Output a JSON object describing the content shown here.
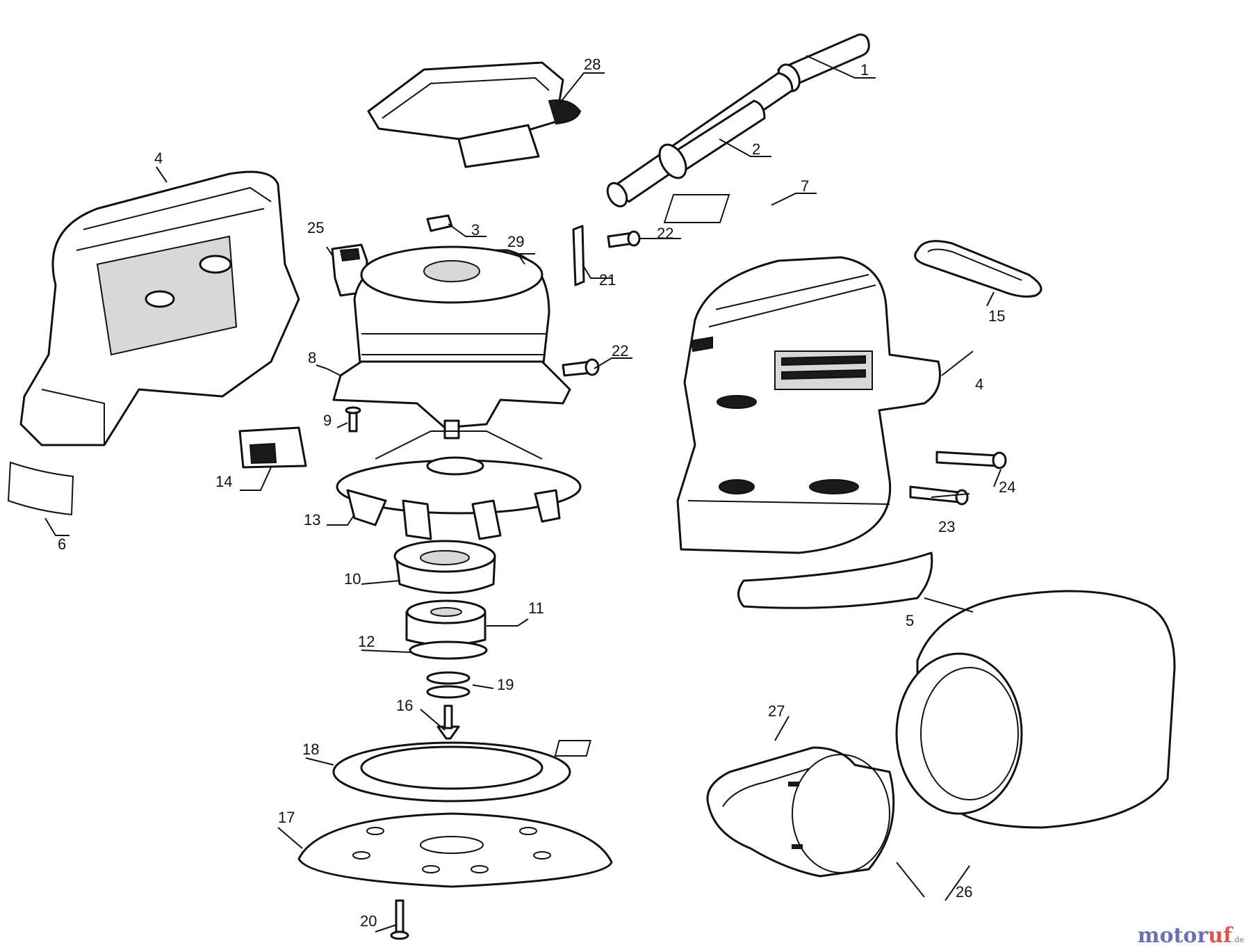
{
  "labels": {
    "p1": "1",
    "p2": "2",
    "p3": "3",
    "p4a": "4",
    "p4b": "4",
    "p5": "5",
    "p6": "6",
    "p7": "7",
    "p8": "8",
    "p9": "9",
    "p10": "10",
    "p11": "11",
    "p12": "12",
    "p13": "13",
    "p14": "14",
    "p15": "15",
    "p16": "16",
    "p17": "17",
    "p18": "18",
    "p19": "19",
    "p20": "20",
    "p21": "21",
    "p22a": "22",
    "p22b": "22",
    "p23": "23",
    "p24": "24",
    "p25": "25",
    "p26": "26",
    "p27": "27",
    "p28": "28",
    "p29": "29"
  },
  "watermark": {
    "brand_a": "motor",
    "brand_b": "uf",
    "suffix": ".de"
  }
}
